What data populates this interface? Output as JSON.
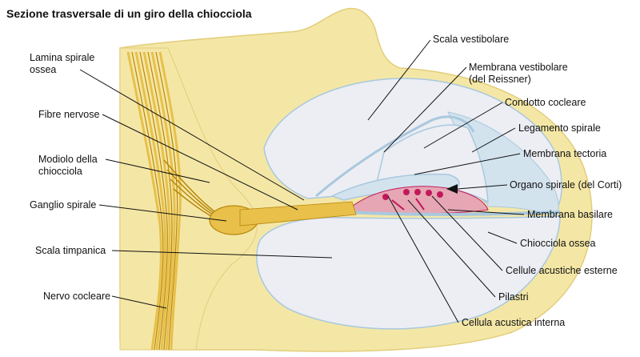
{
  "title": "Sezione trasversale di un giro della chiocciola",
  "colors": {
    "bone": "#f4e7a6",
    "bone_edge": "#e2cd7a",
    "fluid": "#eceef3",
    "nerve": "#e8c04a",
    "nerve_dark": "#b8860b",
    "membrane": "#a9c8de",
    "membrane_light": "#d3e3ee",
    "organ": "#e6a6b4",
    "organ_dark": "#c2185b",
    "line": "#111111"
  },
  "labels": {
    "lamina_spirale_ossea": [
      "Lamina spirale",
      "ossea"
    ],
    "fibre_nervose": [
      "Fibre nervose"
    ],
    "modiolo": [
      "Modiolo della",
      "chiocciola"
    ],
    "ganglio_spirale": [
      "Ganglio spirale"
    ],
    "scala_timpanica": [
      "Scala timpanica"
    ],
    "nervo_cocleare": [
      "Nervo cocleare"
    ],
    "scala_vestibolare": [
      "Scala vestibolare"
    ],
    "membrana_vestibolare": [
      "Membrana vestibolare",
      "(del Reissner)"
    ],
    "condotto_cocleare": [
      "Condotto cocleare"
    ],
    "legamento_spirale": [
      "Legamento spirale"
    ],
    "membrana_tectoria": [
      "Membrana tectoria"
    ],
    "organo_spirale": [
      "Organo spirale (del Corti)"
    ],
    "membrana_basilare": [
      "Membrana basilare"
    ],
    "chiocciola_ossea": [
      "Chiocciola ossea"
    ],
    "cellule_acustiche_esterne": [
      "Cellule acustiche esterne"
    ],
    "pilastri": [
      "Pilastri"
    ],
    "cellula_acustica_interna": [
      "Cellula acustica interna"
    ]
  }
}
